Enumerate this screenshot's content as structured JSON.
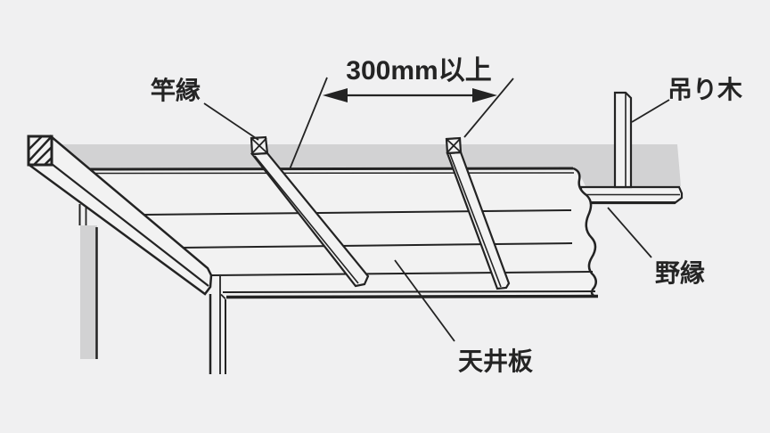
{
  "colors": {
    "background": "#f0f0f1",
    "wall_shade": "#d2d2d3",
    "ink": "#232323",
    "member_fill": "#f2f2f2"
  },
  "dimension": {
    "text": "300mm以上"
  },
  "labels": {
    "saobuchi": "竿縁",
    "tsurigi": "吊り木",
    "nobuchi": "野縁",
    "tenjoita": "天井板"
  }
}
